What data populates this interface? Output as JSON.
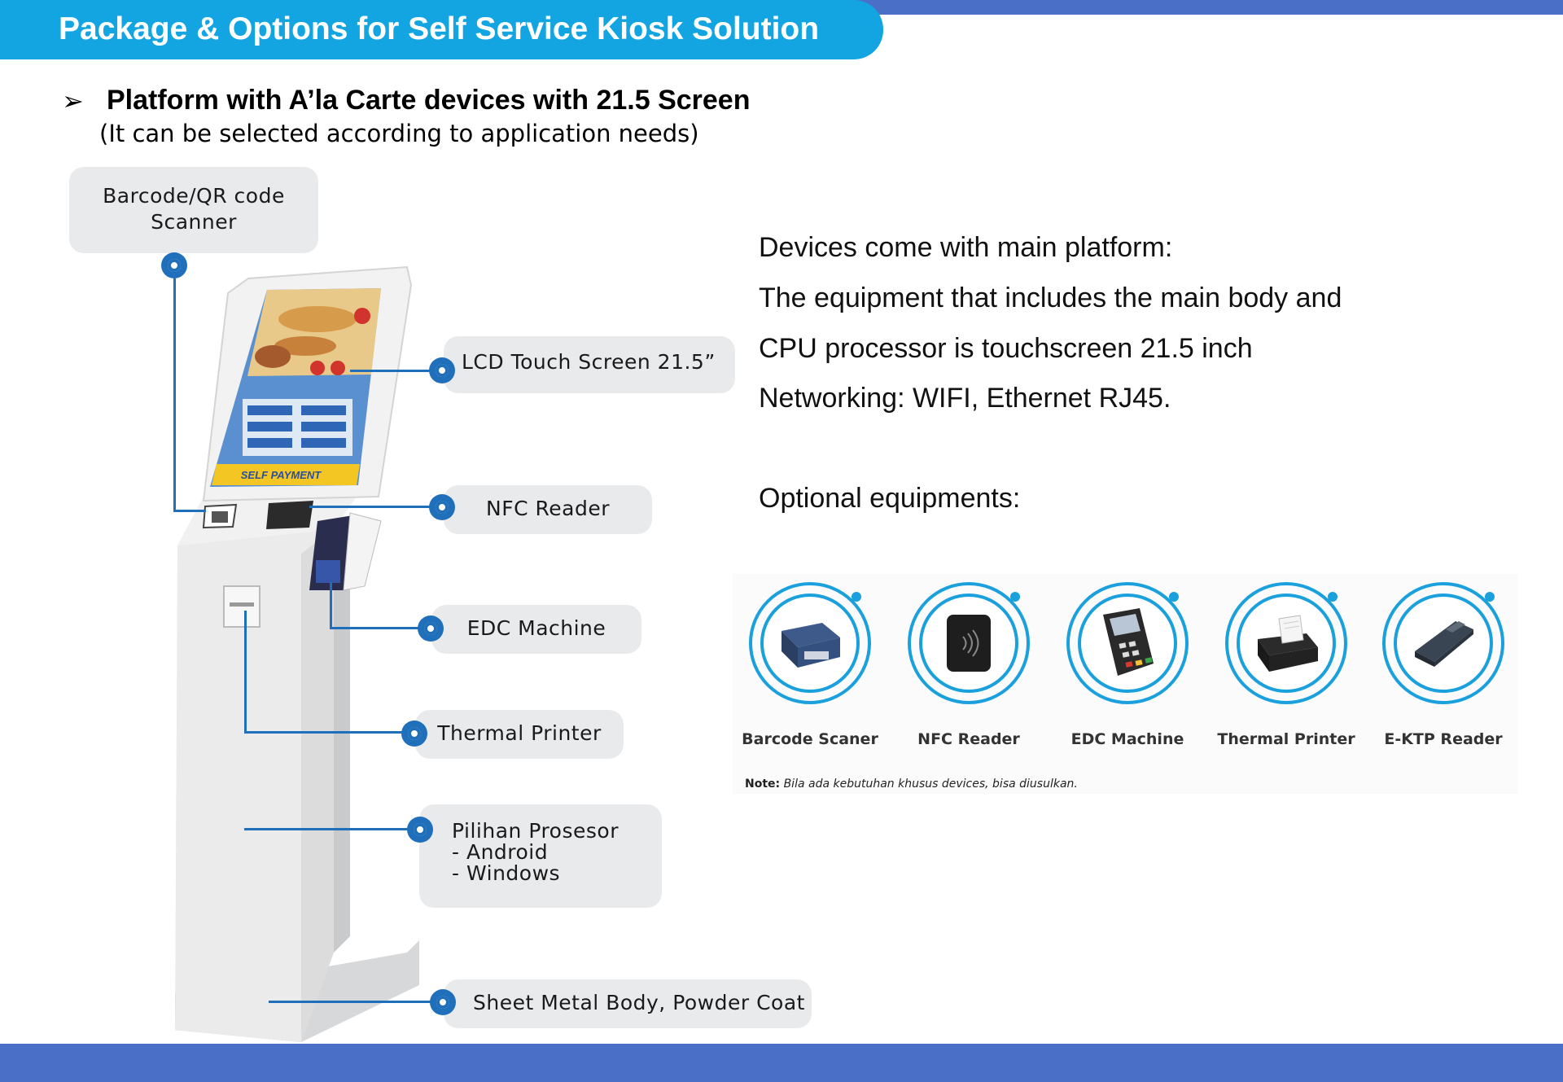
{
  "header": {
    "title": "Package & Options for Self Service Kiosk Solution"
  },
  "section": {
    "bullet": "➢",
    "heading": "Platform with A’la Carte devices with 21.5 Screen",
    "subheading": "(It can be selected according to application needs)"
  },
  "kiosk": {
    "screen_banner": "SELF PAYMENT",
    "callouts": {
      "barcode": [
        "Barcode/QR code",
        "Scanner"
      ],
      "lcd": "LCD Touch Screen 21.5”",
      "nfc": "NFC Reader",
      "edc": "EDC Machine",
      "printer": "Thermal Printer",
      "processor": [
        "Pilihan Prosesor",
        "- Android",
        "- Windows"
      ],
      "body": "Sheet Metal Body, Powder Coat"
    }
  },
  "main_platform": {
    "lines": [
      "Devices come with main platform:",
      "The equipment that includes the main body and",
      "CPU processor is touchscreen 21.5 inch",
      "Networking: WIFI, Ethernet RJ45."
    ],
    "optional_title": "Optional equipments:"
  },
  "optional_equipment": {
    "items": [
      {
        "label": "Barcode Scaner",
        "icon": "barcode-scanner-icon"
      },
      {
        "label": "NFC Reader",
        "icon": "nfc-reader-icon"
      },
      {
        "label": "EDC Machine",
        "icon": "edc-machine-icon"
      },
      {
        "label": "Thermal Printer",
        "icon": "thermal-printer-icon"
      },
      {
        "label": "E-KTP Reader",
        "icon": "ektp-reader-icon"
      }
    ],
    "note_label": "Note:",
    "note_text": "Bila ada kebutuhan khusus devices, bisa diusulkan."
  },
  "colors": {
    "title_bar": "#13a5e2",
    "stripe": "#4a6fc7",
    "accent": "#1f6fba"
  }
}
